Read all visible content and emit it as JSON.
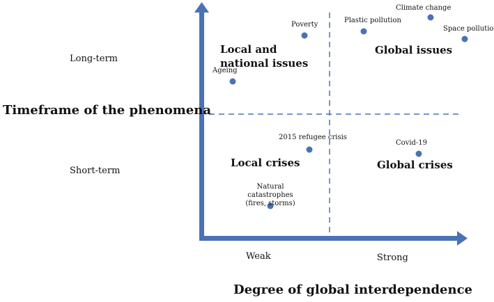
{
  "diagram": {
    "y_axis": {
      "title": "Timeframe of the phenomena",
      "ticks": [
        "Long-term",
        "Short-term"
      ]
    },
    "x_axis": {
      "title": "Degree of global interdependence",
      "ticks": [
        "Weak",
        "Strong"
      ]
    },
    "quadrants": {
      "top_left": "Local and national issues",
      "top_right": "Global issues",
      "bottom_left": "Local crises",
      "bottom_right": "Global crises"
    },
    "points": {
      "poverty": "Poverty",
      "ageing": "Ageing",
      "plastic_pollution": "Plastic pollution",
      "climate_change": "Climate change",
      "space_pollution": "Space pollution",
      "refugee_crisis": "2015 refugee crisis",
      "covid": "Covid-19",
      "natural_catastrophes": "Natural catastrophes (fires, storms)"
    },
    "colors": {
      "axis": "#4a72b5",
      "points": "#4a72b5",
      "divider": "#4a72b5"
    }
  }
}
